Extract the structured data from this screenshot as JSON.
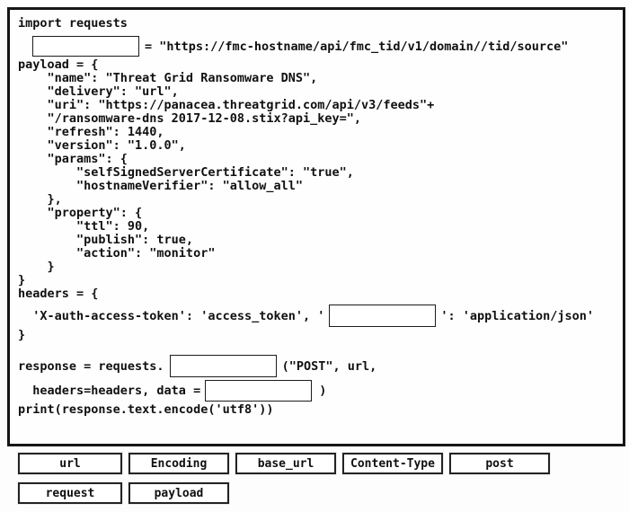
{
  "code_panel": {
    "import_line": "import requests",
    "url_row": {
      "suffix": "= \"https://fmc-hostname/api/fmc_tid/v1/domain//tid/source\""
    },
    "body_lines": [
      "payload = {",
      "    \"name\": \"Threat Grid Ransomware DNS\",",
      "    \"delivery\": \"url\",",
      "    \"uri\": \"https://panacea.threatgrid.com/api/v3/feeds\"+",
      "    \"/ransomware-dns 2017-12-08.stix?api_key=\",",
      "    \"refresh\": 1440,",
      "    \"version\": \"1.0.0\",",
      "    \"params\": {",
      "        \"selfSignedServerCertificate\": \"true\",",
      "        \"hostnameVerifier\": \"allow_all\"",
      "    },",
      "    \"property\": {",
      "        \"ttl\": 90,",
      "        \"publish\": true,",
      "        \"action\": \"monitor\"",
      "    }",
      "}",
      "headers = {"
    ],
    "header_row": {
      "pre": "  'X-auth-access-token': 'access_token', '",
      "post": "': 'application/json'"
    },
    "headers_close": "}",
    "response_row": {
      "pre": "response = requests.",
      "post": "(\"POST\", url,"
    },
    "data_row": {
      "pre": "  headers=headers, data =",
      "post": ")"
    },
    "print_line": "print(response.text.encode('utf8'))"
  },
  "options": {
    "row1": [
      "url",
      "Encoding",
      "base_url",
      "Content-Type",
      "post"
    ],
    "row2": [
      "request",
      "payload"
    ]
  }
}
